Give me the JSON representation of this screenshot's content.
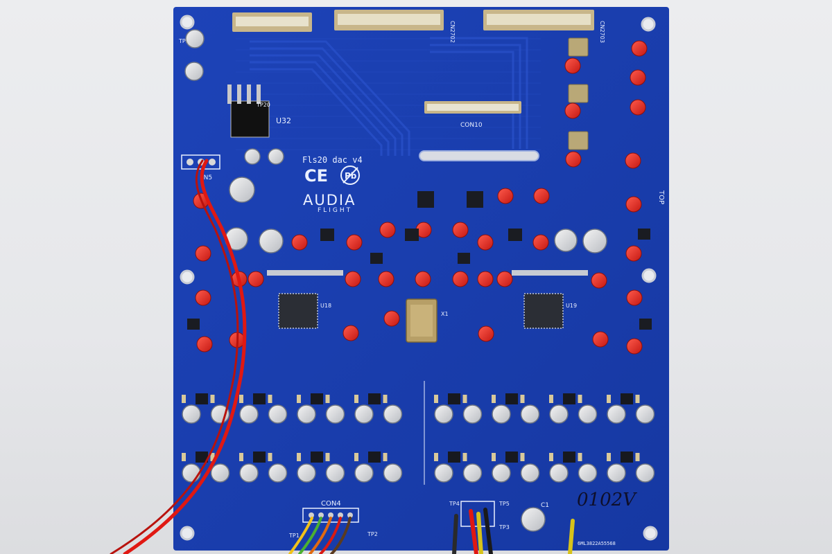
{
  "board": {
    "model_text": "Fls20 dac v4",
    "brand_top": "AUDIA",
    "brand_bottom": "FLIGHT",
    "handwritten_mark": "0102V",
    "top_label": "TOP",
    "ce_mark": "CE",
    "pb_mark": "Pb"
  },
  "designators": {
    "ic_main": "U32",
    "conn_bottom": "CON4",
    "conn_mid": "CON10",
    "conn_top_right_1": "CN2702",
    "conn_top_right_2": "CN2703",
    "power_in": "IN5",
    "tp_top_left": "TP22",
    "tp_mid": "TP20",
    "dac_left": "U18",
    "dac_right": "U19",
    "osc": "X1",
    "tp_bottom_left": "TP1",
    "tp_bottom_mid": "TP2",
    "tp_bottom_4": "TP4",
    "tp_bottom_5": "TP5",
    "tp_bottom_3": "TP3",
    "cap_big": "C1",
    "serial": "6ML3822A55568"
  },
  "colors": {
    "pcb": "#1b3fb0",
    "pcb_dark": "#16349a",
    "trace": "#2b55d0",
    "silk": "#eaf0ff",
    "wire_red": "#e01812",
    "background": "#e8e9ec"
  },
  "icons": [
    "ce-mark-icon",
    "pb-free-icon",
    "audia-logo-icon"
  ]
}
